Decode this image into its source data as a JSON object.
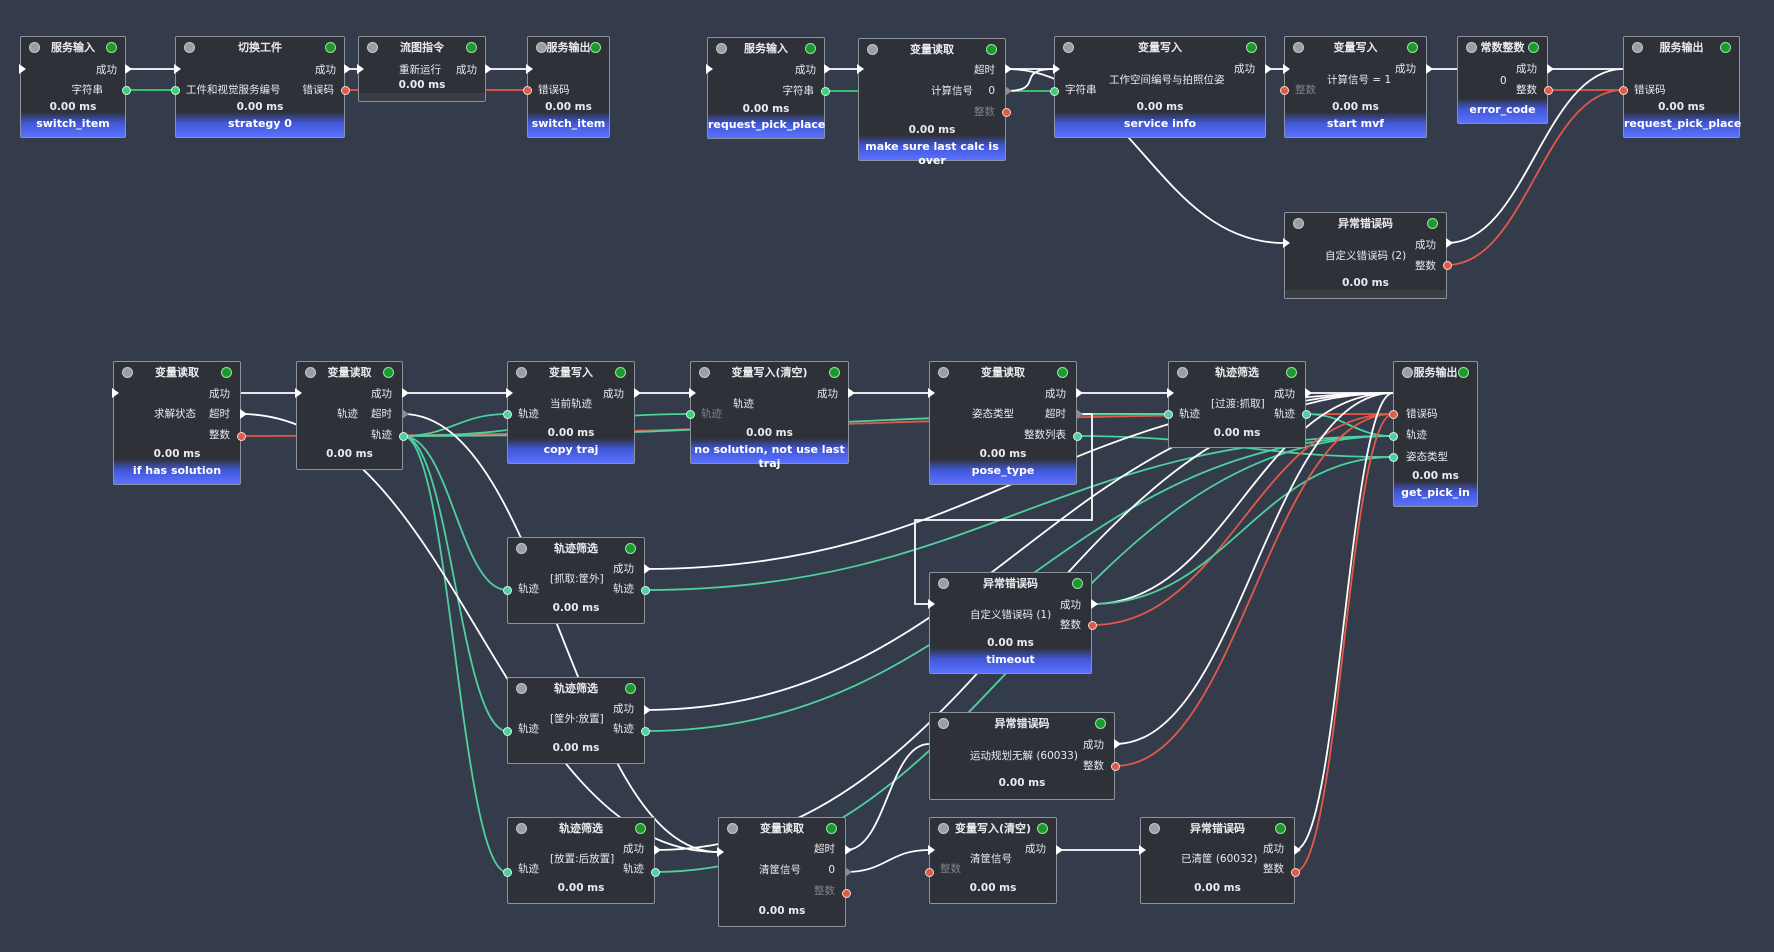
{
  "colors": {
    "background": "#343b4a",
    "flow": "#ffffff",
    "string": "#3ad07a",
    "error": "#e05a48",
    "traj": "#4fd0a0"
  },
  "labels": {
    "success": "成功",
    "timeout": "超时",
    "string": "字符串",
    "errcode": "错误码",
    "integer": "整数",
    "traj": "轨迹",
    "zero": "0"
  },
  "nodes": {
    "n1": {
      "title": "服务输入",
      "time": "0.00 ms",
      "name": "switch_item"
    },
    "n2": {
      "title": "切换工件",
      "text": "工件和视觉服务编号",
      "time": "0.00 ms",
      "name": "strategy 0"
    },
    "n3": {
      "title": "流图指令",
      "text": "重新运行",
      "time": "0.00 ms"
    },
    "n4": {
      "title": "服务输出",
      "time": "0.00 ms",
      "name": "switch_item"
    },
    "n5": {
      "title": "服务输入",
      "time": "0.00 ms",
      "name": "request_pick_place"
    },
    "n6": {
      "title": "变量读取",
      "text": "计算信号",
      "time": "0.00 ms",
      "name": "make sure last calc is over"
    },
    "n7": {
      "title": "变量写入",
      "text": "工作空间编号与拍照位姿",
      "time": "0.00 ms",
      "name": "service info"
    },
    "n8": {
      "title": "变量写入",
      "text": "计算信号 = 1",
      "time": "0.00 ms",
      "name": "start mvf"
    },
    "n9": {
      "title": "常数整数",
      "time": "0.00 ms",
      "name": "error_code"
    },
    "n10": {
      "title": "服务输出",
      "time": "0.00 ms",
      "name": "request_pick_place"
    },
    "n11": {
      "title": "异常错误码",
      "text": "自定义错误码 (2)",
      "time": "0.00 ms"
    },
    "n12": {
      "title": "变量读取",
      "text": "求解状态",
      "time": "0.00 ms",
      "name": "if has solution"
    },
    "n13": {
      "title": "变量读取",
      "time": "0.00 ms"
    },
    "n14": {
      "title": "变量写入",
      "text": "当前轨迹",
      "time": "0.00 ms",
      "name": "copy traj"
    },
    "n15": {
      "title": "变量写入(清空)",
      "text": "轨迹",
      "time": "0.00 ms",
      "name": "no solution, not use last traj"
    },
    "n16": {
      "title": "变量读取",
      "text": "姿态类型",
      "time": "0.00 ms",
      "name": "pose_type"
    },
    "n17": {
      "title": "轨迹筛选",
      "text": "[过渡:抓取]",
      "time": "0.00 ms"
    },
    "n18": {
      "title": "服务输出",
      "time": "0.00 ms",
      "name": "get_pick_in"
    },
    "n19": {
      "title": "轨迹筛选",
      "text": "[抓取:筐外]",
      "time": "0.00 ms"
    },
    "n20": {
      "title": "异常错误码",
      "text": "自定义错误码 (1)",
      "time": "0.00 ms",
      "name": "timeout"
    },
    "n21": {
      "title": "轨迹筛选",
      "text": "[筐外:放置]",
      "time": "0.00 ms"
    },
    "n22": {
      "title": "异常错误码",
      "text": "运动规划无解 (60033)",
      "time": "0.00 ms"
    },
    "n23": {
      "title": "轨迹筛选",
      "text": "[放置:后放置]",
      "time": "0.00 ms"
    },
    "n24": {
      "title": "变量读取",
      "text": "清筐信号",
      "time": "0.00 ms"
    },
    "n25": {
      "title": "变量写入(清空)",
      "text": "清筐信号",
      "time": "0.00 ms"
    },
    "n26": {
      "title": "异常错误码",
      "text": "已清筐 (60032)",
      "time": "0.00 ms"
    }
  },
  "port_labels": {
    "int_list": "整数列表",
    "pose_type": "姿态类型"
  }
}
